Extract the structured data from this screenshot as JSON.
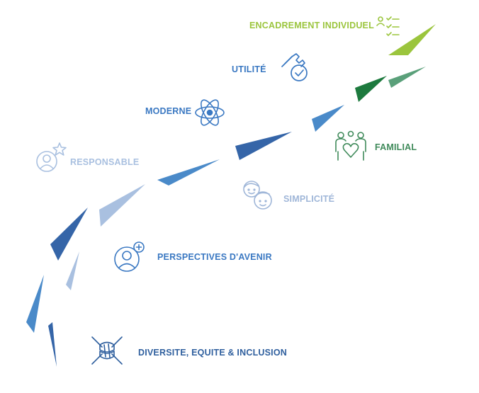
{
  "colors": {
    "navy": "#3565a8",
    "blue": "#4a8ac9",
    "light_blue": "#a9c0e0",
    "mid_blue": "#4f7fc0",
    "dark_green": "#1d7a3e",
    "green": "#5aa07a",
    "lime": "#9bc53d"
  },
  "items": [
    {
      "label": "ENCADREMENT INDIVIDUEL",
      "icon": "checklist-person-icon",
      "color": "#9bc53d"
    },
    {
      "label": "UTILITÉ",
      "icon": "wrench-check-icon",
      "color": "#3a78c2"
    },
    {
      "label": "MODERNE",
      "icon": "atom-icon",
      "color": "#3a78c2"
    },
    {
      "label": "FAMILIAL",
      "icon": "family-heart-icon",
      "color": "#3f8a5a"
    },
    {
      "label": "RESPONSABLE",
      "icon": "user-star-icon",
      "color": "#a9c0e0"
    },
    {
      "label": "SIMPLICITÉ",
      "icon": "two-faces-icon",
      "color": "#9fb6d8"
    },
    {
      "label": "PERSPECTIVES D'AVENIR",
      "icon": "user-plus-icon",
      "color": "#3a78c2"
    },
    {
      "label": "DIVERSITE, EQUITE & INCLUSION",
      "icon": "joined-hands-icon",
      "color": "#2f5f9e"
    }
  ]
}
